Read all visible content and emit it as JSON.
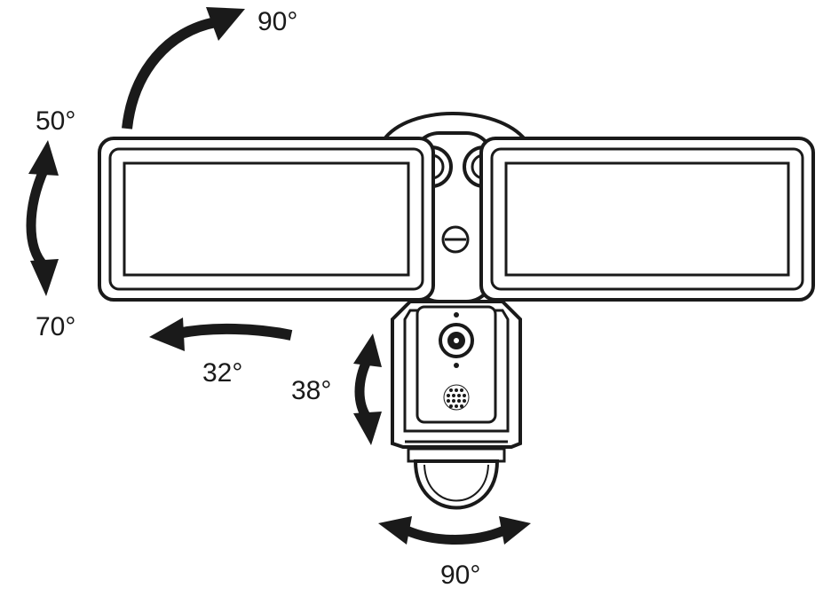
{
  "colors": {
    "ink": "#1a1a1a",
    "background": "#ffffff"
  },
  "angles": {
    "top_rotation": "90°",
    "tilt_up": "50°",
    "tilt_down": "70°",
    "panel_swing": "32°",
    "camera_tilt": "38°",
    "camera_rotation": "90°"
  }
}
